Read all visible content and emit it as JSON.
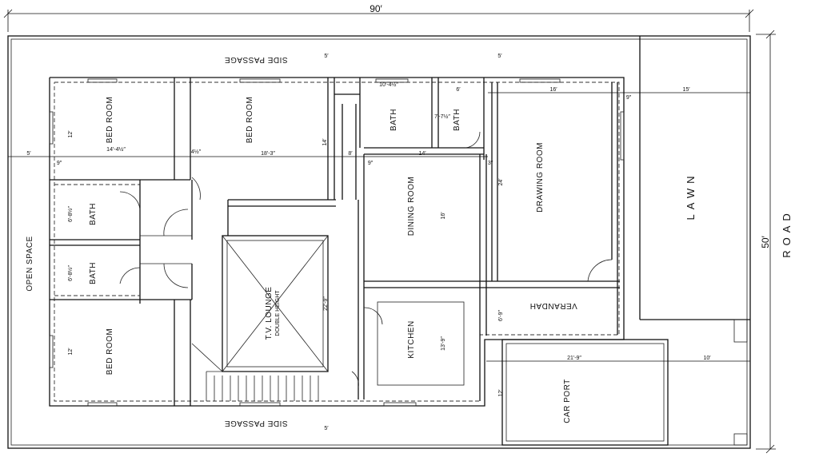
{
  "dimensions": {
    "overall_width": "90′",
    "overall_depth": "50′",
    "bed_room_top_left_width": "14′-4½″",
    "bed_room_top_mid_width": "18′-3″",
    "bath_left_1": "6′-8½″",
    "bath_left_2": "6′-8½″",
    "left_wing_depth_1": "12′",
    "left_wing_depth_2": "12′",
    "dining_width": "14′",
    "dining_depth": "16′",
    "drawing_width": "16′",
    "drawing_depth": "24′",
    "lawn_width": "15′",
    "bath_top_a": "10′-4½″",
    "bath_top_b": "6′",
    "bath_top_c": "7′-7½″",
    "kitchen_depth": "13′-9″",
    "lounge_dim": "22′-9″",
    "verandah_depth": "6′-9″",
    "carport_width": "21′-9″",
    "carport_depth": "12′",
    "front_setback": "10′",
    "passage_top": "5′",
    "passage_bottom": "5′",
    "open_space_width": "5′",
    "wall_9": "9″",
    "wall_4": "4½″",
    "wall_3": "3″",
    "dim_8": "8′",
    "dim_5": "5′",
    "dim_14": "14′"
  },
  "rooms": {
    "side_passage_top": "SIDE PASSAGE",
    "side_passage_bottom": "SIDE PASSAGE",
    "open_space": "OPEN SPACE",
    "bed_room_1": "BED ROOM",
    "bed_room_2": "BED ROOM",
    "bed_room_3": "BED ROOM",
    "bath_1": "BATH",
    "bath_2": "BATH",
    "bath_3": "BATH",
    "bath_4": "BATH",
    "tv_lounge": "T.V. LOUNGE",
    "double_height": "DOUBLE HEIGHT",
    "dining_room": "DINING ROOM",
    "kitchen": "KITCHEN",
    "drawing_room": "DRAWING ROOM",
    "verandah": "VERANDAH",
    "car_port": "CAR PORT",
    "lawn": "LAWN",
    "road": "ROAD"
  }
}
